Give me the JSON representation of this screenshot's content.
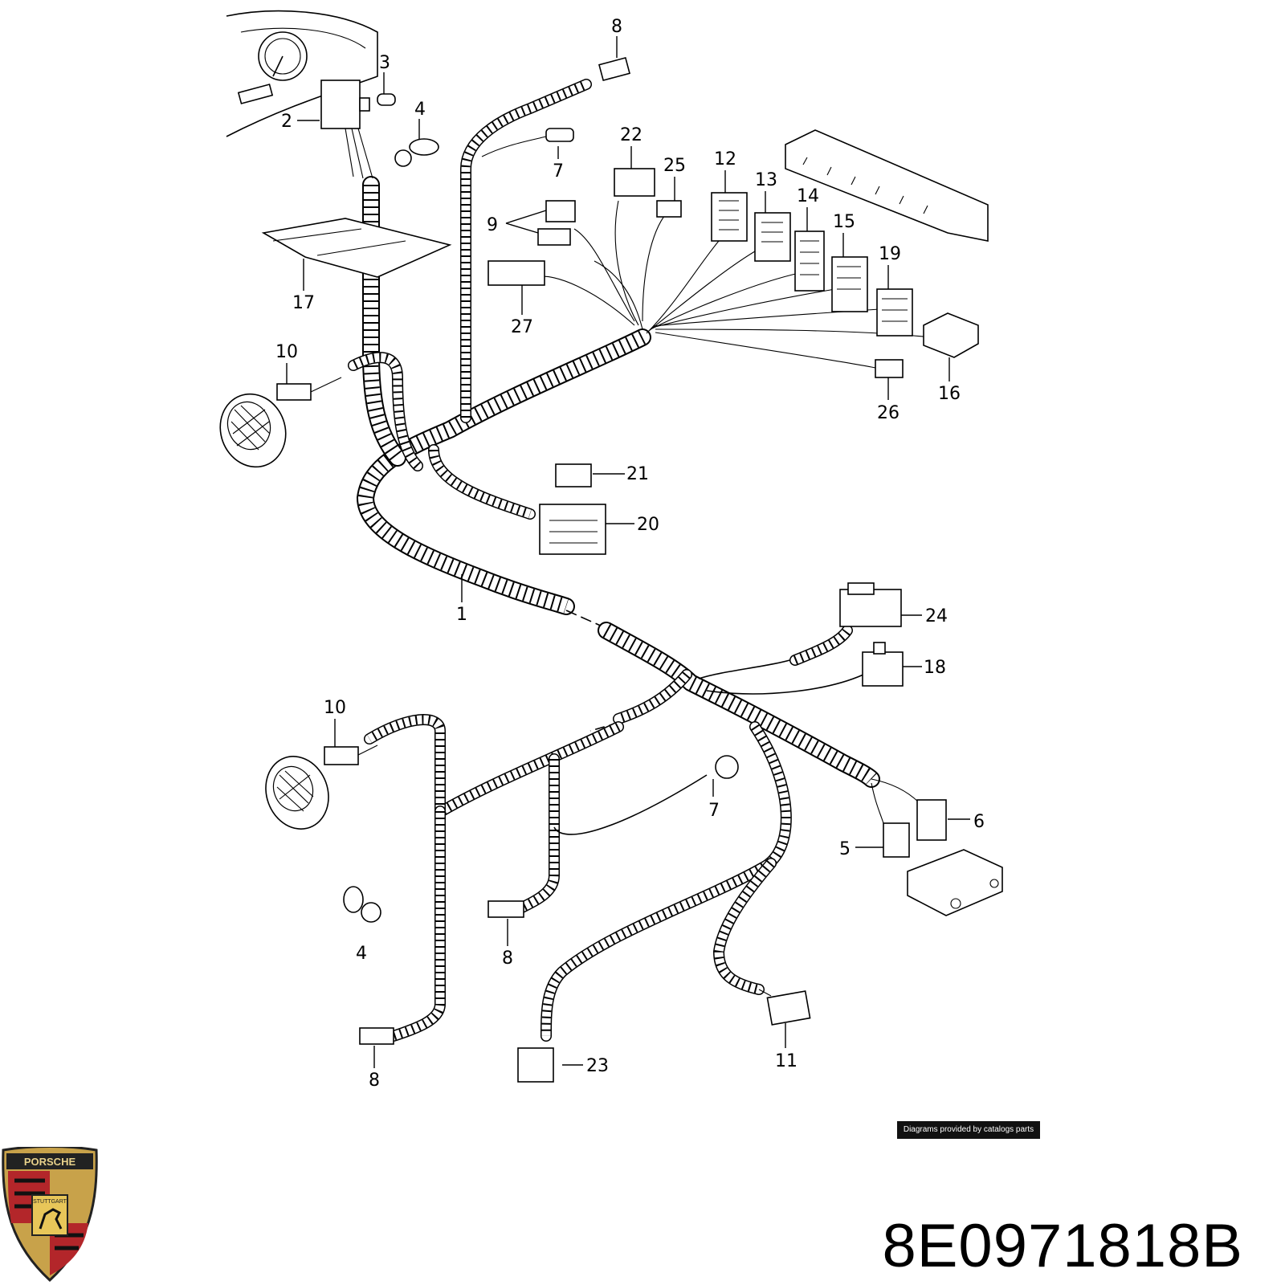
{
  "diagram": {
    "callouts": {
      "c1": "1",
      "c2": "2",
      "c3": "3",
      "c4a": "4",
      "c4b": "4",
      "c5": "5",
      "c6": "6",
      "c7a": "7",
      "c7b": "7",
      "c8a": "8",
      "c8b": "8",
      "c8c": "8",
      "c9": "9",
      "c10a": "10",
      "c10b": "10",
      "c11": "11",
      "c12": "12",
      "c13": "13",
      "c14": "14",
      "c15": "15",
      "c16": "16",
      "c17": "17",
      "c18": "18",
      "c19": "19",
      "c20": "20",
      "c21": "21",
      "c22": "22",
      "c23": "23",
      "c24": "24",
      "c25": "25",
      "c26": "26",
      "c27": "27"
    }
  },
  "footer": {
    "credit": "Diagrams provided by catalogs parts",
    "part_number": "8E0971818B",
    "logo": {
      "top_text": "PORSCHE",
      "shield_text": "STUTTGART"
    }
  }
}
